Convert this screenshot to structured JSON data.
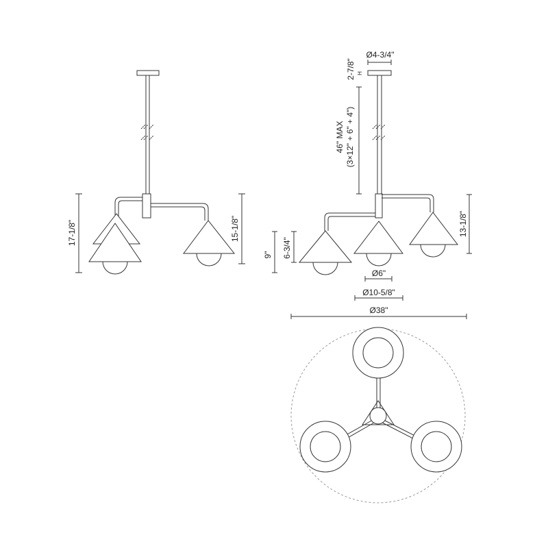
{
  "side_view": {
    "overall_height": "17-1/8\"",
    "arm_height": "15-1/8\""
  },
  "front_view": {
    "canopy_diameter": "Ø4-3/4\"",
    "canopy_height": "2-7/8\"",
    "canopy_height_marker": "H",
    "stem_max": "46\" MAX",
    "stem_breakdown": "(3×12\" + 6\" + 4\")",
    "shade_height": "9\"",
    "shade_cone_height": "6-3/4\"",
    "arm_height": "13-1/8\"",
    "bulb_diameter": "Ø6\"",
    "shade_diameter": "Ø10-5/8\"",
    "overall_diameter": "Ø38\""
  },
  "colors": {
    "line": "#333333",
    "dashed_circle": "#999999"
  }
}
